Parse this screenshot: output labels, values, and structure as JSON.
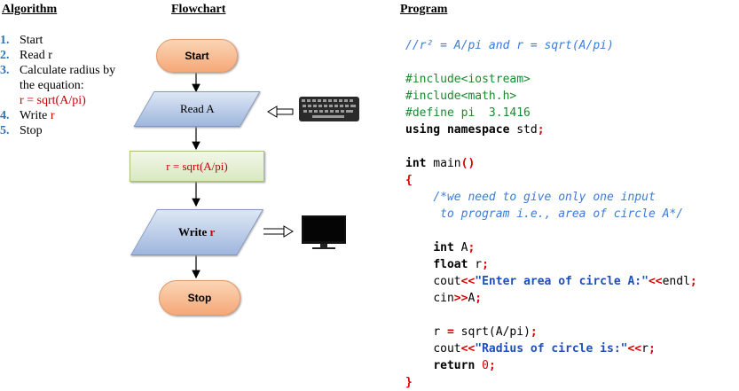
{
  "headers": {
    "algorithm": "Algorithm",
    "flowchart": "Flowchart",
    "program": "Program"
  },
  "algorithm": {
    "steps": [
      {
        "num": "1.",
        "text": "Start"
      },
      {
        "num": "2.",
        "text": "Read r"
      },
      {
        "num": "3.",
        "text": "Calculate radius by"
      },
      {
        "num": "",
        "text": "the equation:"
      },
      {
        "num": "",
        "text": "r = sqrt(A/pi)",
        "color": "red"
      },
      {
        "num": "4.",
        "text": "Write ",
        "tail": "r"
      },
      {
        "num": "5.",
        "text": "Stop"
      }
    ]
  },
  "flowchart": {
    "start": "Start",
    "read": "Read  A",
    "process": "r = sqrt(A/pi)",
    "write": "Write ",
    "write_var": "r",
    "stop": "Stop"
  },
  "program": {
    "comment1": "//r² = A/pi and r = sqrt(A/pi)",
    "include1": "#include<iostream>",
    "include2": "#include<math.h>",
    "define": "#define pi  3.1416",
    "using_kw": "using namespace",
    "using_rest": " std",
    "int_kw": "int",
    "main": " main",
    "comment2": "/*we need to give only one input",
    "comment3": " to program i.e., area of circle A*/",
    "decl_int": "int",
    "decl_A": " A",
    "decl_float": "float",
    "decl_r": " r",
    "cout_kw": "cout",
    "enter_str": "\"Enter area of circle A:\"",
    "endl": "endl",
    "cin_kw": "cin",
    "cin_var": "A",
    "assign_lhs": "r ",
    "assign_rhs": " sqrt(A/pi)",
    "radius_str": "\"Radius of circle is:\"",
    "out_var": "r",
    "return_kw": "return",
    "return_val": "0"
  },
  "colors": {
    "accent_blue": "#2e74b5",
    "red": "#c00000",
    "terminal": "#f5a878",
    "io": "#9fb6dd",
    "process": "#d9e8c2"
  }
}
